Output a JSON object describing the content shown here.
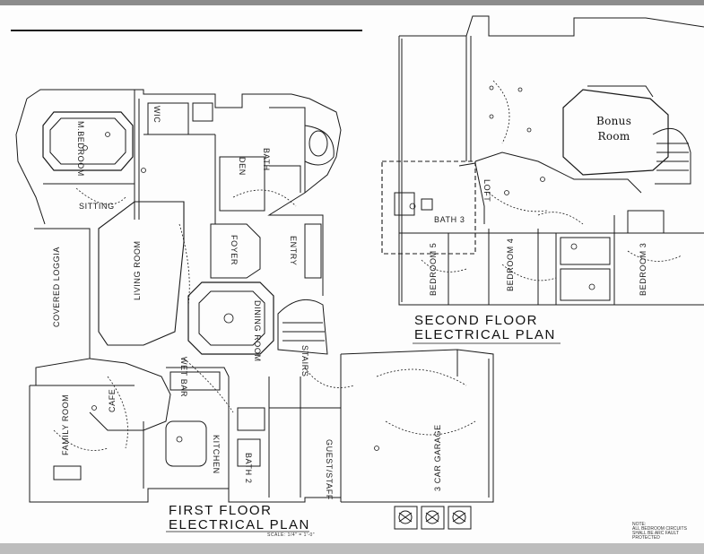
{
  "sheet": {
    "second_floor_title_line1": "SECOND FLOOR",
    "second_floor_title_line2": "ELECTRICAL PLAN",
    "first_floor_title_line1": "FIRST FLOOR",
    "first_floor_title_line2": "ELECTRICAL PLAN",
    "scale_note": "SCALE: 1/4\" = 1'-0\"",
    "note_line1": "NOTE:",
    "note_line2": "ALL BEDROOM CIRCUITS",
    "note_line3": "SHALL BE ARC FAULT",
    "note_line4": "PROTECTED"
  },
  "first_floor_rooms": {
    "m_bedroom": "M.BEDROOM",
    "sitting": "SITTING",
    "wic": "WIC",
    "bath": "BATH",
    "den": "DEN",
    "living_room": "LIVING ROOM",
    "foyer": "FOYER",
    "entry": "ENTRY",
    "dining_room": "DINING ROOM",
    "covered_loggia": "COVERED LOGGIA",
    "cafe": "CAFE",
    "wet_bar": "WET BAR",
    "stairs": "STAIRS",
    "family_room": "FAMILY ROOM",
    "kitchen": "KITCHEN",
    "bath_2": "BATH 2",
    "guest_staff": "GUEST/STAFF",
    "garage": "3 CAR GARAGE"
  },
  "second_floor_rooms": {
    "bonus_room_line1": "Bonus",
    "bonus_room_line2": "Room",
    "loft": "LOFT",
    "bath_3": "BATH 3",
    "bedroom_5": "BEDROOM 5",
    "bedroom_4": "BEDROOM 4",
    "bedroom_3": "BEDROOM 3"
  }
}
